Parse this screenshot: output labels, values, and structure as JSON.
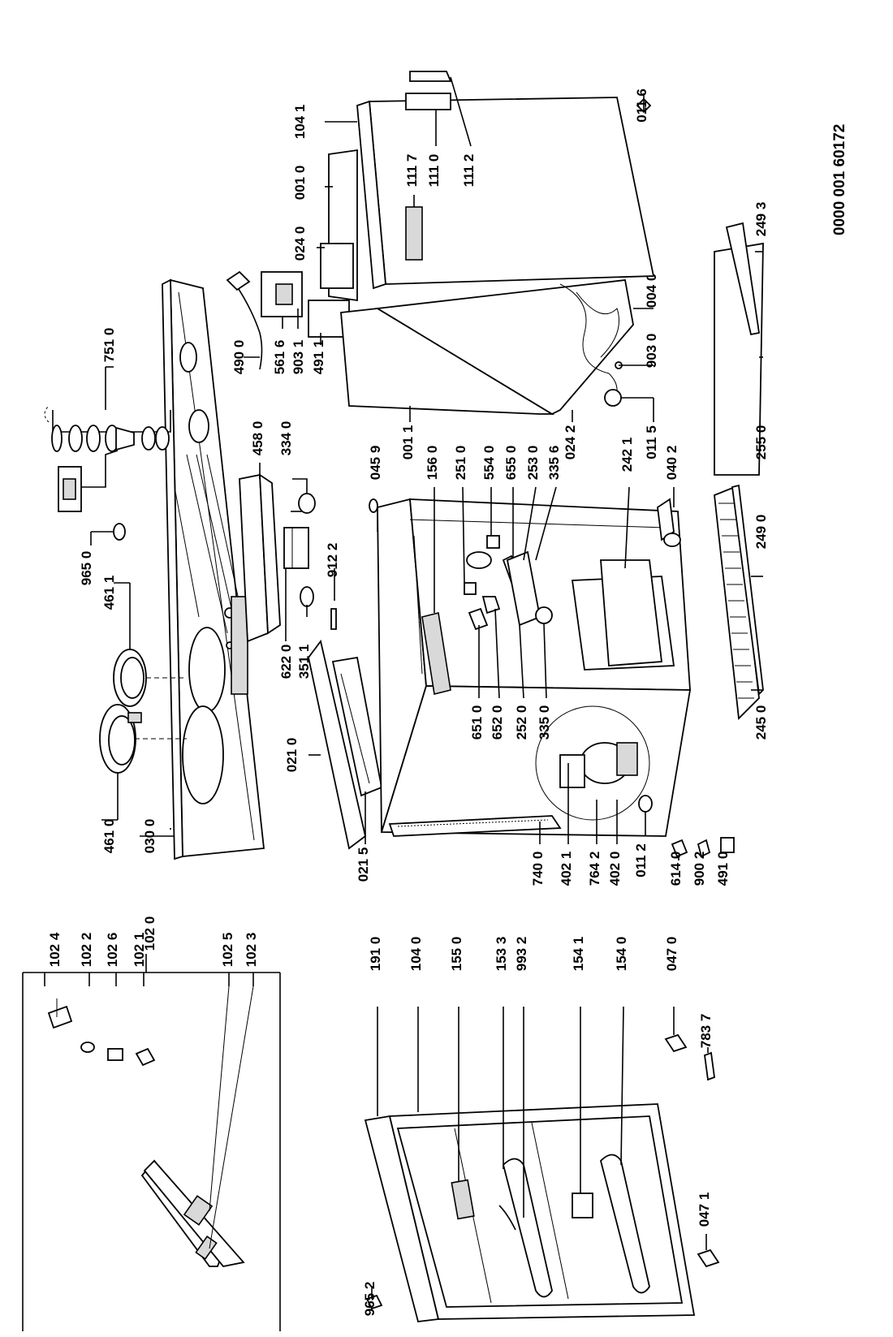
{
  "document_number": "0000 001 60172",
  "labels": {
    "l_1020": "102 0",
    "l_1024": "102 4",
    "l_1022": "102 2",
    "l_1026": "102 6",
    "l_1021": "102 1",
    "l_1025": "102 5",
    "l_1023": "102 3",
    "l_4610": "461 0",
    "l_0300": "030 0",
    "l_4611": "461 1",
    "l_9650": "965 0",
    "l_7510": "751 0",
    "l_4900": "490 0",
    "l_5616": "561 6",
    "l_9031": "903 1",
    "l_4911": "491 1",
    "l_4580": "458 0",
    "l_3340": "334 0",
    "l_9122": "912 2",
    "l_6220": "622 0",
    "l_3511": "351 1",
    "l_0210": "021 0",
    "l_0215": "021 5",
    "l_0459": "045 9",
    "l_1560": "156 0",
    "l_2510": "251 0",
    "l_5540": "554 0",
    "l_6550": "655 0",
    "l_2530": "253 0",
    "l_3356": "335 6",
    "l_6510": "651 0",
    "l_6520": "652 0",
    "l_2520": "252 0",
    "l_3350": "335 0",
    "l_0011": "001 1",
    "l_0242": "024 2",
    "l_2421": "242 1",
    "l_0115": "011 5",
    "l_0402": "040 2",
    "l_1041": "104 1",
    "l_0010": "001 0",
    "l_0240": "024 0",
    "l_1117": "111 7",
    "l_1110": "111 0",
    "l_1112": "111 2",
    "l_0116": "011 6",
    "l_0040": "004 0",
    "l_9030": "903 0",
    "l_2493": "249 3",
    "l_2550": "255 0",
    "l_2490": "249 0",
    "l_2450": "245 0",
    "l_7400": "740 0",
    "l_4021": "402 1",
    "l_7642": "764 2",
    "l_4020": "402 0",
    "l_0112": "011 2",
    "l_6140": "614 0",
    "l_9002": "900 2",
    "l_4910": "491 0",
    "l_1910": "191 0",
    "l_1040": "104 0",
    "l_1550": "155 0",
    "l_1533": "153 3",
    "l_9932": "993 2",
    "l_1541": "154 1",
    "l_1540": "154 0",
    "l_0470": "047 0",
    "l_7837": "783 7",
    "l_0471": "047 1",
    "l_9652": "965 2"
  }
}
